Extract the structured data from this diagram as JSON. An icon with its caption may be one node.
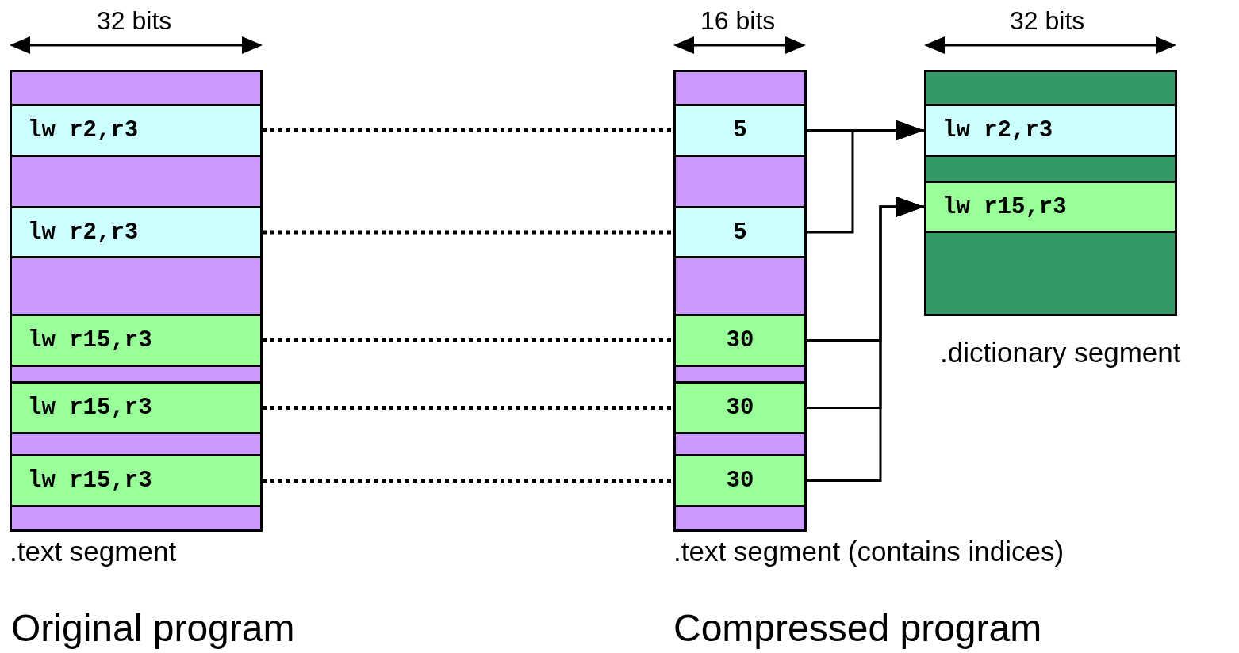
{
  "diagram": {
    "nodes": [
      {
        "text": [
          ".text segment"
        ]
      },
      {
        "text": [],
        "shape": "bar",
        "in": 0
      },
      {
        "text": [
          "lw r2,r3"
        ],
        "in": 0
      },
      {
        "text": [],
        "shape": "bar",
        "in": 0
      },
      {
        "text": [
          "lw r2,r3"
        ],
        "in": 0
      },
      {
        "text": [],
        "shape": "bar",
        "in": 0
      },
      {
        "text": [
          "lw r15,r3"
        ],
        "in": 0
      },
      {
        "text": [],
        "shape": "bar",
        "in": 0
      },
      {
        "text": [
          "lw r15,r3"
        ],
        "in": 0
      },
      {
        "text": [],
        "shape": "bar",
        "in": 0
      },
      {
        "text": [
          "lw r15,r3"
        ],
        "in": 0
      },
      {
        "text": [],
        "shape": "bar",
        "in": 0
      },
      {
        "text": [
          ".text segment (contains indices)"
        ]
      },
      {
        "text": [],
        "shape": "bar",
        "in": 12
      },
      {
        "text": [
          "5"
        ],
        "in": 12
      },
      {
        "text": [],
        "shape": "bar",
        "in": 12
      },
      {
        "text": [
          "5"
        ],
        "in": 12
      },
      {
        "text": [],
        "shape": "bar",
        "in": 12
      },
      {
        "text": [
          "30"
        ],
        "in": 12
      },
      {
        "text": [],
        "shape": "bar",
        "in": 12
      },
      {
        "text": [
          "30"
        ],
        "in": 12
      },
      {
        "text": [],
        "shape": "bar",
        "in": 12
      },
      {
        "text": [
          "30"
        ],
        "in": 12
      },
      {
        "text": [],
        "shape": "bar",
        "in": 12
      },
      {
        "text": [
          ".dictionary segment"
        ]
      },
      {
        "text": [],
        "shape": "bar",
        "in": 24
      },
      {
        "text": [
          "lw r2,r3"
        ],
        "in": 24
      },
      {
        "text": [],
        "shape": "bar",
        "in": 24
      },
      {
        "text": [
          "lw r15,r3"
        ],
        "in": 24
      },
      {
        "text": [],
        "shape": "bar",
        "in": 24
      }
    ],
    "edges": [
      {
        "from": 2,
        "to": 14,
        "arrow": "none",
        "style": "dashed"
      },
      {
        "from": 4,
        "to": 16,
        "arrow": "none",
        "style": "dashed"
      },
      {
        "from": 6,
        "to": 18,
        "arrow": "none",
        "style": "dashed"
      },
      {
        "from": 8,
        "to": 20,
        "arrow": "none",
        "style": "dashed"
      },
      {
        "from": 10,
        "to": 22,
        "arrow": "none",
        "style": "dashed"
      },
      {
        "from": 14,
        "to": 26,
        "arrow": "to"
      },
      {
        "from": 16,
        "to": 26,
        "arrow": "to"
      },
      {
        "from": 18,
        "to": 28,
        "arrow": "to"
      },
      {
        "from": 20,
        "to": 28,
        "arrow": "to"
      },
      {
        "from": 22,
        "to": 28,
        "arrow": "to"
      }
    ],
    "labels": [
      "32 bits",
      "16 bits",
      "32 bits",
      "Original program",
      "Compressed program"
    ]
  }
}
